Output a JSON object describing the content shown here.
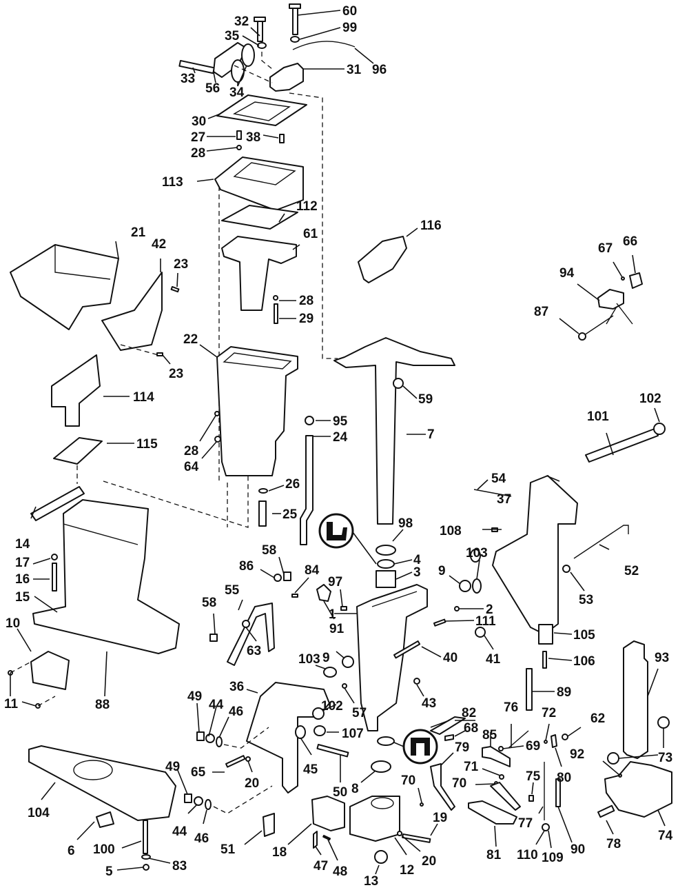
{
  "diagram": {
    "title": "",
    "type": "exploded-parts-diagram",
    "subject": "Outboard motor midsection / swivel & stern bracket assembly",
    "callouts": [
      {
        "id": "c1",
        "text": "1"
      },
      {
        "id": "c2",
        "text": "2"
      },
      {
        "id": "c3",
        "text": "3"
      },
      {
        "id": "c4",
        "text": "4"
      },
      {
        "id": "c5",
        "text": "5"
      },
      {
        "id": "c6",
        "text": "6"
      },
      {
        "id": "c7",
        "text": "7"
      },
      {
        "id": "c8",
        "text": "8"
      },
      {
        "id": "c9a",
        "text": "9"
      },
      {
        "id": "c9b",
        "text": "9"
      },
      {
        "id": "c10",
        "text": "10"
      },
      {
        "id": "c11",
        "text": "11"
      },
      {
        "id": "c12",
        "text": "12"
      },
      {
        "id": "c13",
        "text": "13"
      },
      {
        "id": "c14",
        "text": "14"
      },
      {
        "id": "c15",
        "text": "15"
      },
      {
        "id": "c16",
        "text": "16"
      },
      {
        "id": "c17",
        "text": "17"
      },
      {
        "id": "c18",
        "text": "18"
      },
      {
        "id": "c19",
        "text": "19"
      },
      {
        "id": "c20a",
        "text": "20"
      },
      {
        "id": "c20b",
        "text": "20"
      },
      {
        "id": "c21",
        "text": "21"
      },
      {
        "id": "c22",
        "text": "22"
      },
      {
        "id": "c23a",
        "text": "23"
      },
      {
        "id": "c23b",
        "text": "23"
      },
      {
        "id": "c24",
        "text": "24"
      },
      {
        "id": "c25",
        "text": "25"
      },
      {
        "id": "c26",
        "text": "26"
      },
      {
        "id": "c27",
        "text": "27"
      },
      {
        "id": "c28a",
        "text": "28"
      },
      {
        "id": "c28b",
        "text": "28"
      },
      {
        "id": "c28c",
        "text": "28"
      },
      {
        "id": "c29",
        "text": "29"
      },
      {
        "id": "c30",
        "text": "30"
      },
      {
        "id": "c31",
        "text": "31"
      },
      {
        "id": "c32",
        "text": "32"
      },
      {
        "id": "c33",
        "text": "33"
      },
      {
        "id": "c34",
        "text": "34"
      },
      {
        "id": "c35",
        "text": "35"
      },
      {
        "id": "c36",
        "text": "36"
      },
      {
        "id": "c37",
        "text": "37"
      },
      {
        "id": "c38",
        "text": "38"
      },
      {
        "id": "c40",
        "text": "40"
      },
      {
        "id": "c41",
        "text": "41"
      },
      {
        "id": "c42",
        "text": "42"
      },
      {
        "id": "c43",
        "text": "43"
      },
      {
        "id": "c44a",
        "text": "44"
      },
      {
        "id": "c44b",
        "text": "44"
      },
      {
        "id": "c45",
        "text": "45"
      },
      {
        "id": "c46a",
        "text": "46"
      },
      {
        "id": "c46b",
        "text": "46"
      },
      {
        "id": "c47",
        "text": "47"
      },
      {
        "id": "c48",
        "text": "48"
      },
      {
        "id": "c49a",
        "text": "49"
      },
      {
        "id": "c49b",
        "text": "49"
      },
      {
        "id": "c50",
        "text": "50"
      },
      {
        "id": "c51",
        "text": "51"
      },
      {
        "id": "c52",
        "text": "52"
      },
      {
        "id": "c53",
        "text": "53"
      },
      {
        "id": "c54",
        "text": "54"
      },
      {
        "id": "c55",
        "text": "55"
      },
      {
        "id": "c56",
        "text": "56"
      },
      {
        "id": "c57",
        "text": "57"
      },
      {
        "id": "c58a",
        "text": "58"
      },
      {
        "id": "c58b",
        "text": "58"
      },
      {
        "id": "c59",
        "text": "59"
      },
      {
        "id": "c60",
        "text": "60"
      },
      {
        "id": "c61",
        "text": "61"
      },
      {
        "id": "c62",
        "text": "62"
      },
      {
        "id": "c63",
        "text": "63"
      },
      {
        "id": "c64",
        "text": "64"
      },
      {
        "id": "c65",
        "text": "65"
      },
      {
        "id": "c66",
        "text": "66"
      },
      {
        "id": "c67",
        "text": "67"
      },
      {
        "id": "c68",
        "text": "68"
      },
      {
        "id": "c69",
        "text": "69"
      },
      {
        "id": "c70a",
        "text": "70"
      },
      {
        "id": "c70b",
        "text": "70"
      },
      {
        "id": "c71",
        "text": "71"
      },
      {
        "id": "c72",
        "text": "72"
      },
      {
        "id": "c73",
        "text": "73"
      },
      {
        "id": "c74",
        "text": "74"
      },
      {
        "id": "c75",
        "text": "75"
      },
      {
        "id": "c76",
        "text": "76"
      },
      {
        "id": "c77",
        "text": "77"
      },
      {
        "id": "c78",
        "text": "78"
      },
      {
        "id": "c79",
        "text": "79"
      },
      {
        "id": "c80",
        "text": "80"
      },
      {
        "id": "c81",
        "text": "81"
      },
      {
        "id": "c82",
        "text": "82"
      },
      {
        "id": "c83",
        "text": "83"
      },
      {
        "id": "c84",
        "text": "84"
      },
      {
        "id": "c85",
        "text": "85"
      },
      {
        "id": "c86",
        "text": "86"
      },
      {
        "id": "c87",
        "text": "87"
      },
      {
        "id": "c88",
        "text": "88"
      },
      {
        "id": "c89",
        "text": "89"
      },
      {
        "id": "c90",
        "text": "90"
      },
      {
        "id": "c91",
        "text": "91"
      },
      {
        "id": "c92",
        "text": "92"
      },
      {
        "id": "c93",
        "text": "93"
      },
      {
        "id": "c94",
        "text": "94"
      },
      {
        "id": "c95",
        "text": "95"
      },
      {
        "id": "c96",
        "text": "96"
      },
      {
        "id": "c97",
        "text": "97"
      },
      {
        "id": "c98",
        "text": "98"
      },
      {
        "id": "c99",
        "text": "99"
      },
      {
        "id": "c100",
        "text": "100"
      },
      {
        "id": "c101",
        "text": "101"
      },
      {
        "id": "c102a",
        "text": "102"
      },
      {
        "id": "c102b",
        "text": "102"
      },
      {
        "id": "c103a",
        "text": "103"
      },
      {
        "id": "c103b",
        "text": "103"
      },
      {
        "id": "c104",
        "text": "104"
      },
      {
        "id": "c105",
        "text": "105"
      },
      {
        "id": "c106",
        "text": "106"
      },
      {
        "id": "c107",
        "text": "107"
      },
      {
        "id": "c108",
        "text": "108"
      },
      {
        "id": "c109",
        "text": "109"
      },
      {
        "id": "c110",
        "text": "110"
      },
      {
        "id": "c111",
        "text": "111"
      },
      {
        "id": "c112",
        "text": "112"
      },
      {
        "id": "c113",
        "text": "113"
      },
      {
        "id": "c114",
        "text": "114"
      },
      {
        "id": "c115",
        "text": "115"
      },
      {
        "id": "c116",
        "text": "116"
      }
    ],
    "symbols": [
      {
        "name": "lubricant-symbol-a",
        "meaning": "apply lubricant"
      },
      {
        "name": "lubricant-symbol-b",
        "meaning": "apply lubricant"
      }
    ]
  }
}
